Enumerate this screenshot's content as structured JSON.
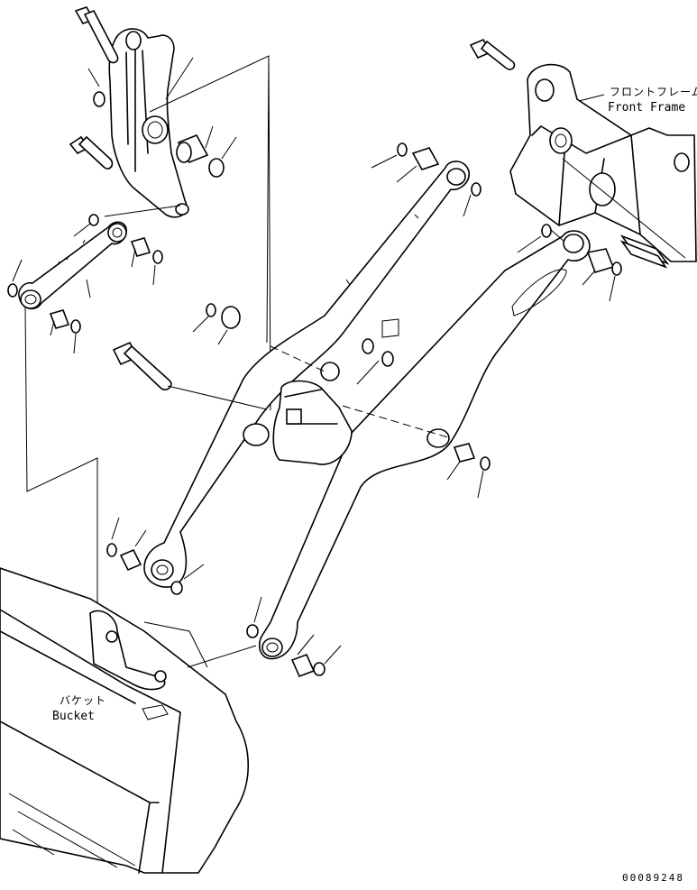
{
  "labels": {
    "front_frame_jp": "フロントフレーム",
    "front_frame_en": "Front Frame",
    "bucket_jp": "バケット",
    "bucket_en": "Bucket",
    "drawing_no": "00089248"
  },
  "colors": {
    "line": "#000000",
    "background": "#ffffff"
  }
}
